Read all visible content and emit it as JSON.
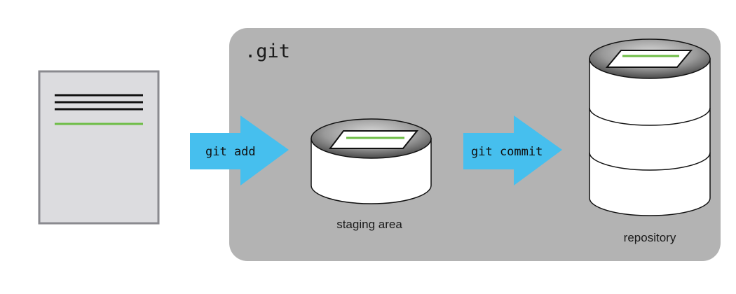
{
  "diagram": {
    "working_file": {
      "label": ""
    },
    "git_dir": {
      "label": ".git"
    },
    "arrows": [
      {
        "label": "git add"
      },
      {
        "label": "git commit"
      }
    ],
    "staging": {
      "label": "staging area"
    },
    "repository": {
      "label": "repository"
    },
    "colors": {
      "git_box": "#b3b3b3",
      "arrow": "#46bfee",
      "doc_fill": "#dcdcdf",
      "doc_border": "#8a8a8f",
      "green_line": "#6dbd45",
      "text": "#1a1a1a"
    }
  }
}
